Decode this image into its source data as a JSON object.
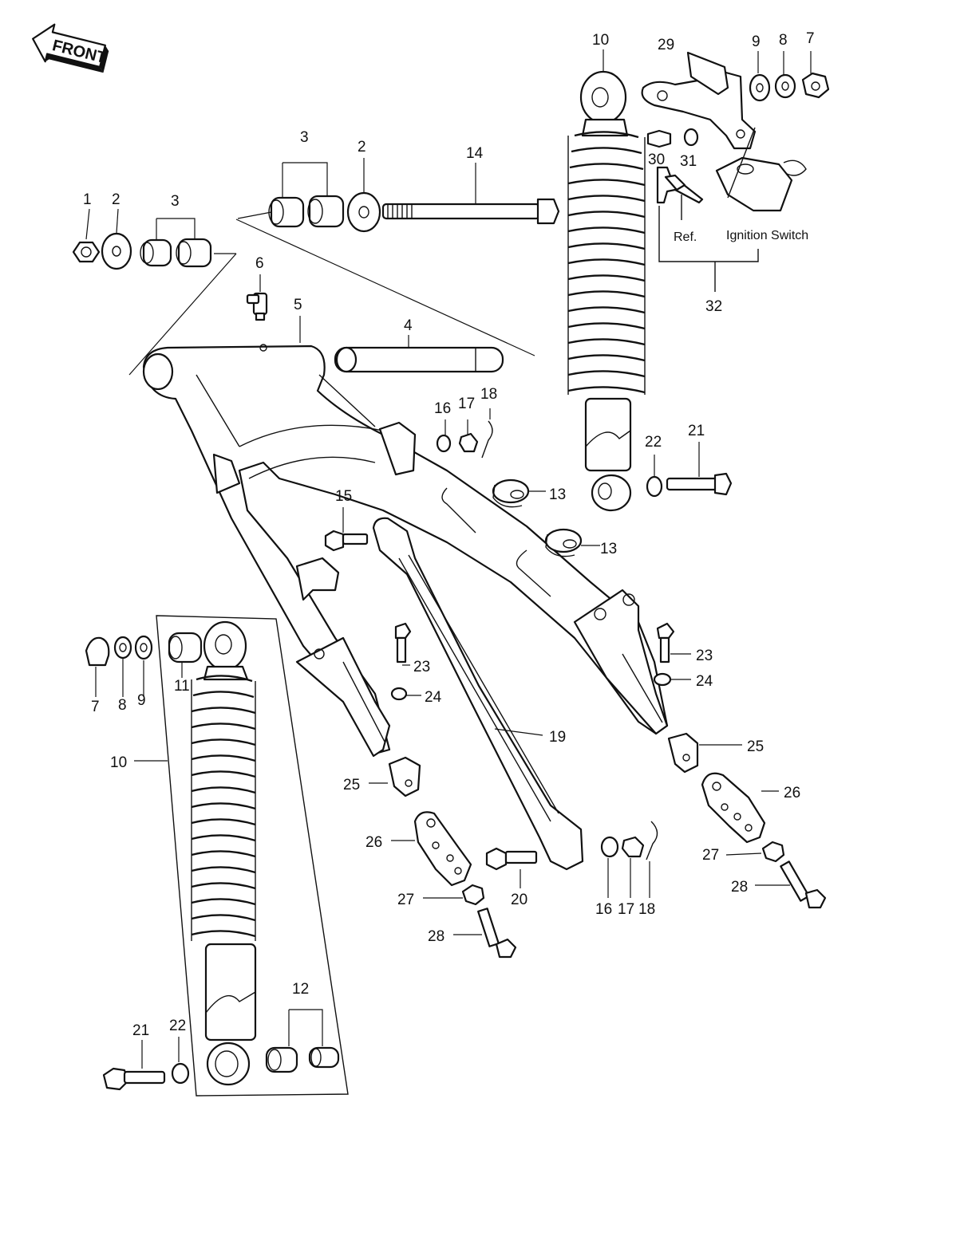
{
  "front_badge": "FRONT",
  "labels": {
    "p1": "1",
    "p2a": "2",
    "p3a": "3",
    "p2b": "2",
    "p3b": "3",
    "p14": "14",
    "p6": "6",
    "p5": "5",
    "p4": "4",
    "p10top": "10",
    "p29": "29",
    "p9top": "9",
    "p8top": "8",
    "p7top": "7",
    "p30": "30",
    "p31": "31",
    "ref": "Ref.",
    "ignition": "Ignition  Switch",
    "p32": "32",
    "p16a": "16",
    "p17a": "17",
    "p18a": "18",
    "p22a": "22",
    "p21a": "21",
    "p13a": "13",
    "p13b": "13",
    "p15": "15",
    "p7b": "7",
    "p8b": "8",
    "p9b": "9",
    "p11": "11",
    "p23a": "23",
    "p24a": "24",
    "p23b": "23",
    "p24b": "24",
    "p19": "19",
    "p10b": "10",
    "p25a": "25",
    "p25b": "25",
    "p26a": "26",
    "p26b": "26",
    "p27a": "27",
    "p27b": "27",
    "p28a": "28",
    "p28b": "28",
    "p20": "20",
    "p16b": "16",
    "p17b": "17",
    "p18b": "18",
    "p12": "12",
    "p21b": "21",
    "p22b": "22"
  }
}
